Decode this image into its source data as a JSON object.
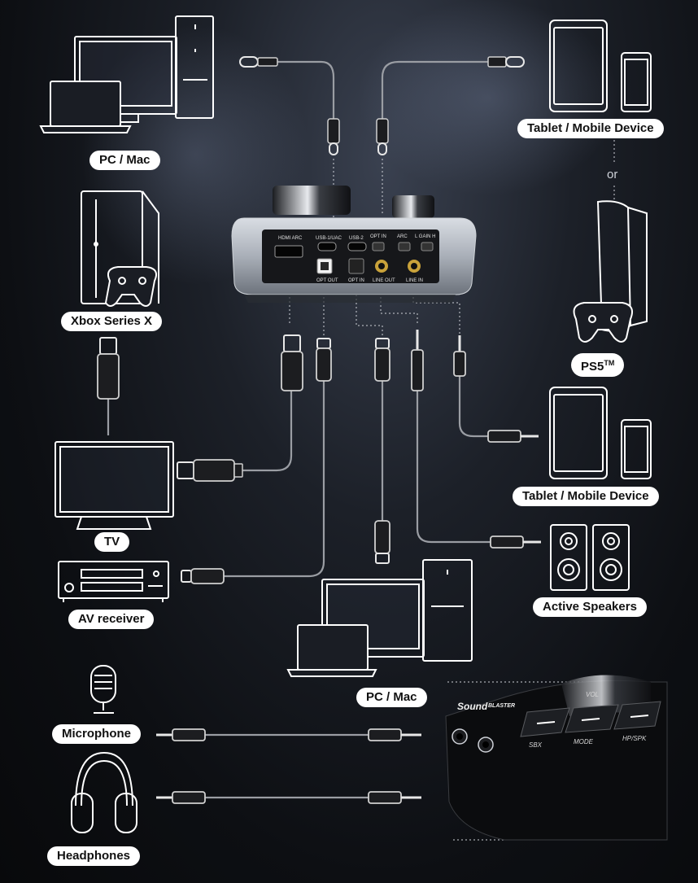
{
  "labels": {
    "pc_mac_top": "PC / Mac",
    "tablet_mobile_top": "Tablet / Mobile Device",
    "or": "or",
    "xbox": "Xbox Series X",
    "ps5": "PS5",
    "ps5_tm": "TM",
    "tv": "TV",
    "tablet_mobile_right": "Tablet / Mobile Device",
    "av_receiver": "AV receiver",
    "active_speakers": "Active Speakers",
    "pc_mac_bottom": "PC / Mac",
    "microphone": "Microphone",
    "headphones": "Headphones"
  },
  "device_ports": {
    "hdmi_arc": "HDMI ARC",
    "usb_uac": "USB-1/UAC",
    "usb_2": "USB-2",
    "opt_in_top": "OPT IN",
    "arc": "ARC",
    "gain": "L GAIN H",
    "opt_out": "OPT OUT",
    "opt_in": "OPT IN",
    "line_out": "LINE OUT",
    "line_in": "LINE IN"
  },
  "front_panel": {
    "brand_main": "Sound",
    "brand_sub": "BLASTER",
    "btn_sbx": "SBX",
    "btn_mode": "MODE",
    "btn_hpspk": "HP/SPK",
    "vol": "VOL"
  }
}
